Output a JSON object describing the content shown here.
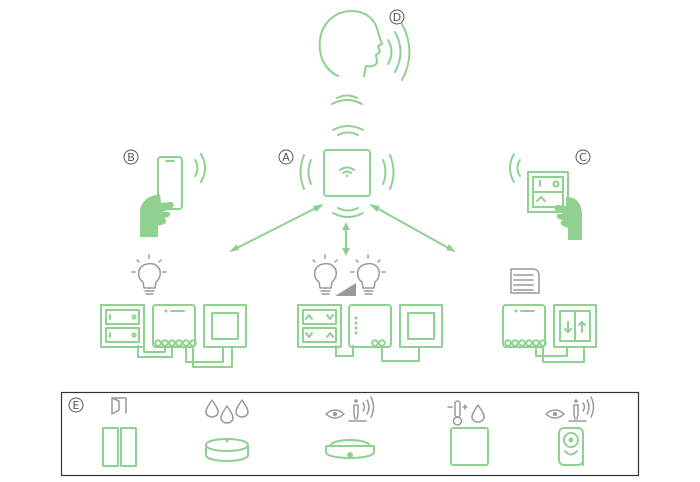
{
  "labels": {
    "a": "A",
    "b": "B",
    "c": "C",
    "d": "D",
    "e": "E"
  },
  "colors": {
    "accent_green": "#8fd190",
    "gray": "#9a9a9a",
    "frame": "#333333"
  },
  "icons": [
    "voice-head-icon",
    "smartphone-hand-icon",
    "gateway-hub-icon",
    "wall-switch-hand-icon",
    "lightbulb-icon",
    "dimmer-icon",
    "blinds-icon",
    "door-sensor-icon",
    "water-leak-icon",
    "motion-sensor-icon",
    "temperature-humidity-icon",
    "presence-sensor-icon"
  ]
}
